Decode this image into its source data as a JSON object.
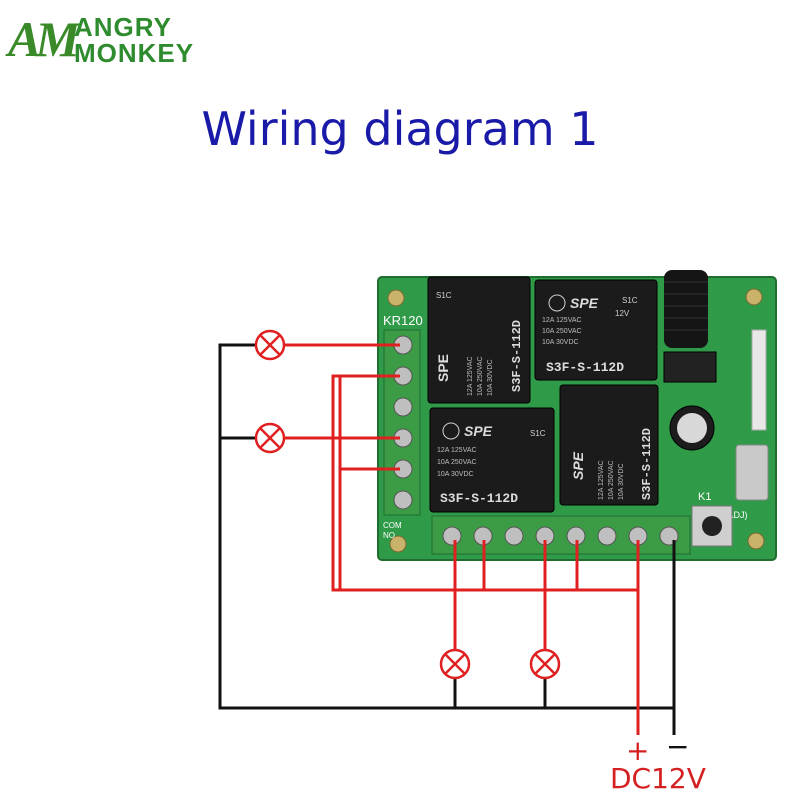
{
  "logo": {
    "monogram": "AM",
    "line1": "ANGRY",
    "line2": "MONKEY"
  },
  "title": "Wiring diagram 1",
  "board": {
    "model": "KR120",
    "relay_brand": "SPE",
    "relay_model": "S3F-S-112D",
    "relay_spec1": "12A 125VAC",
    "relay_spec2": "10A 250VAC",
    "relay_spec3": "10A 30VDC",
    "relay_pin_code": "S1C",
    "relay_coil": "12V",
    "switch_label": "K1",
    "adj_label": "R(ADJ)",
    "com_label": "COM",
    "no_label": "NO"
  },
  "power": {
    "plus": "+",
    "minus": "−",
    "label": "DC12V"
  },
  "colors": {
    "live_wire": "#e02020",
    "neutral_wire": "#111111",
    "title": "#1a1aa8",
    "logo": "#2e8b2e",
    "board": "#2f9a48"
  },
  "icons": {
    "lamp": "lamp-icon",
    "screw": "screw-terminal-icon"
  }
}
